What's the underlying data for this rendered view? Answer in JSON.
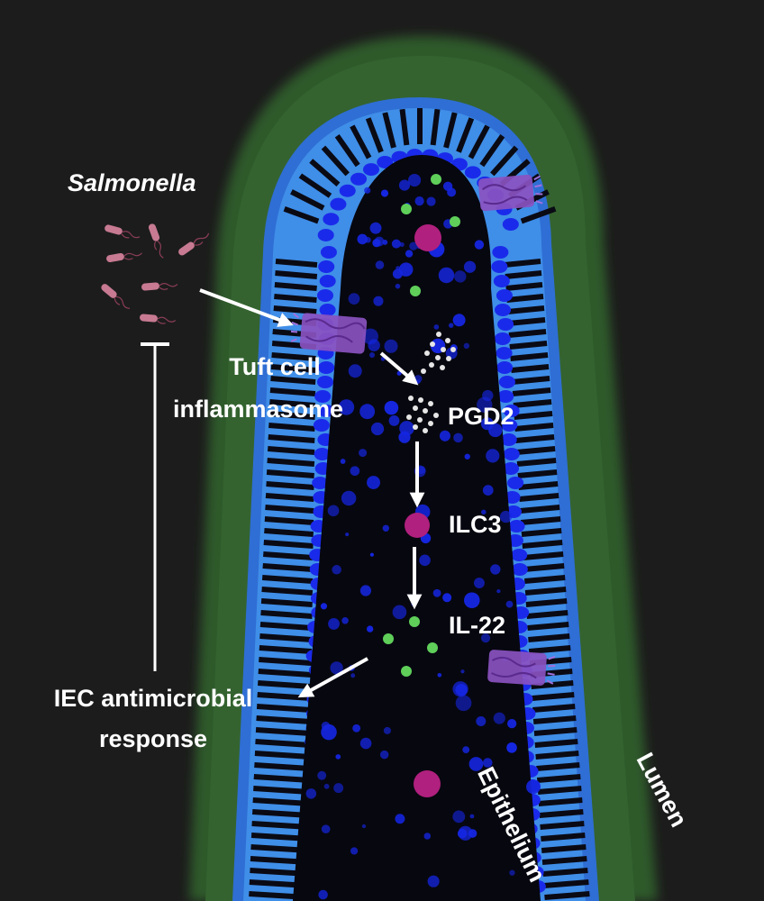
{
  "labels": {
    "salmonella": "Salmonella",
    "tuft_cell": "Tuft cell",
    "inflammasome": "inflammasome",
    "pgd2": "PGD2",
    "ilc3": "ILC3",
    "il22": "IL-22",
    "iec_line1": "IEC antimicrobial",
    "iec_line2": "response",
    "epithelium": "Epithelium",
    "lumen": "Lumen"
  },
  "colors": {
    "background": "#1c1c1c",
    "lumen_mucus": "#2f5a2c",
    "epithelium": "#2e6fd6",
    "lamina_propria": "#070710",
    "nuclei": "#1a2aea",
    "tuft_cell": "#8a52c0",
    "ilc3": "#b0207e",
    "il22": "#5fcf5a",
    "bacteria": "#c77a92",
    "arrows": "#ffffff"
  }
}
